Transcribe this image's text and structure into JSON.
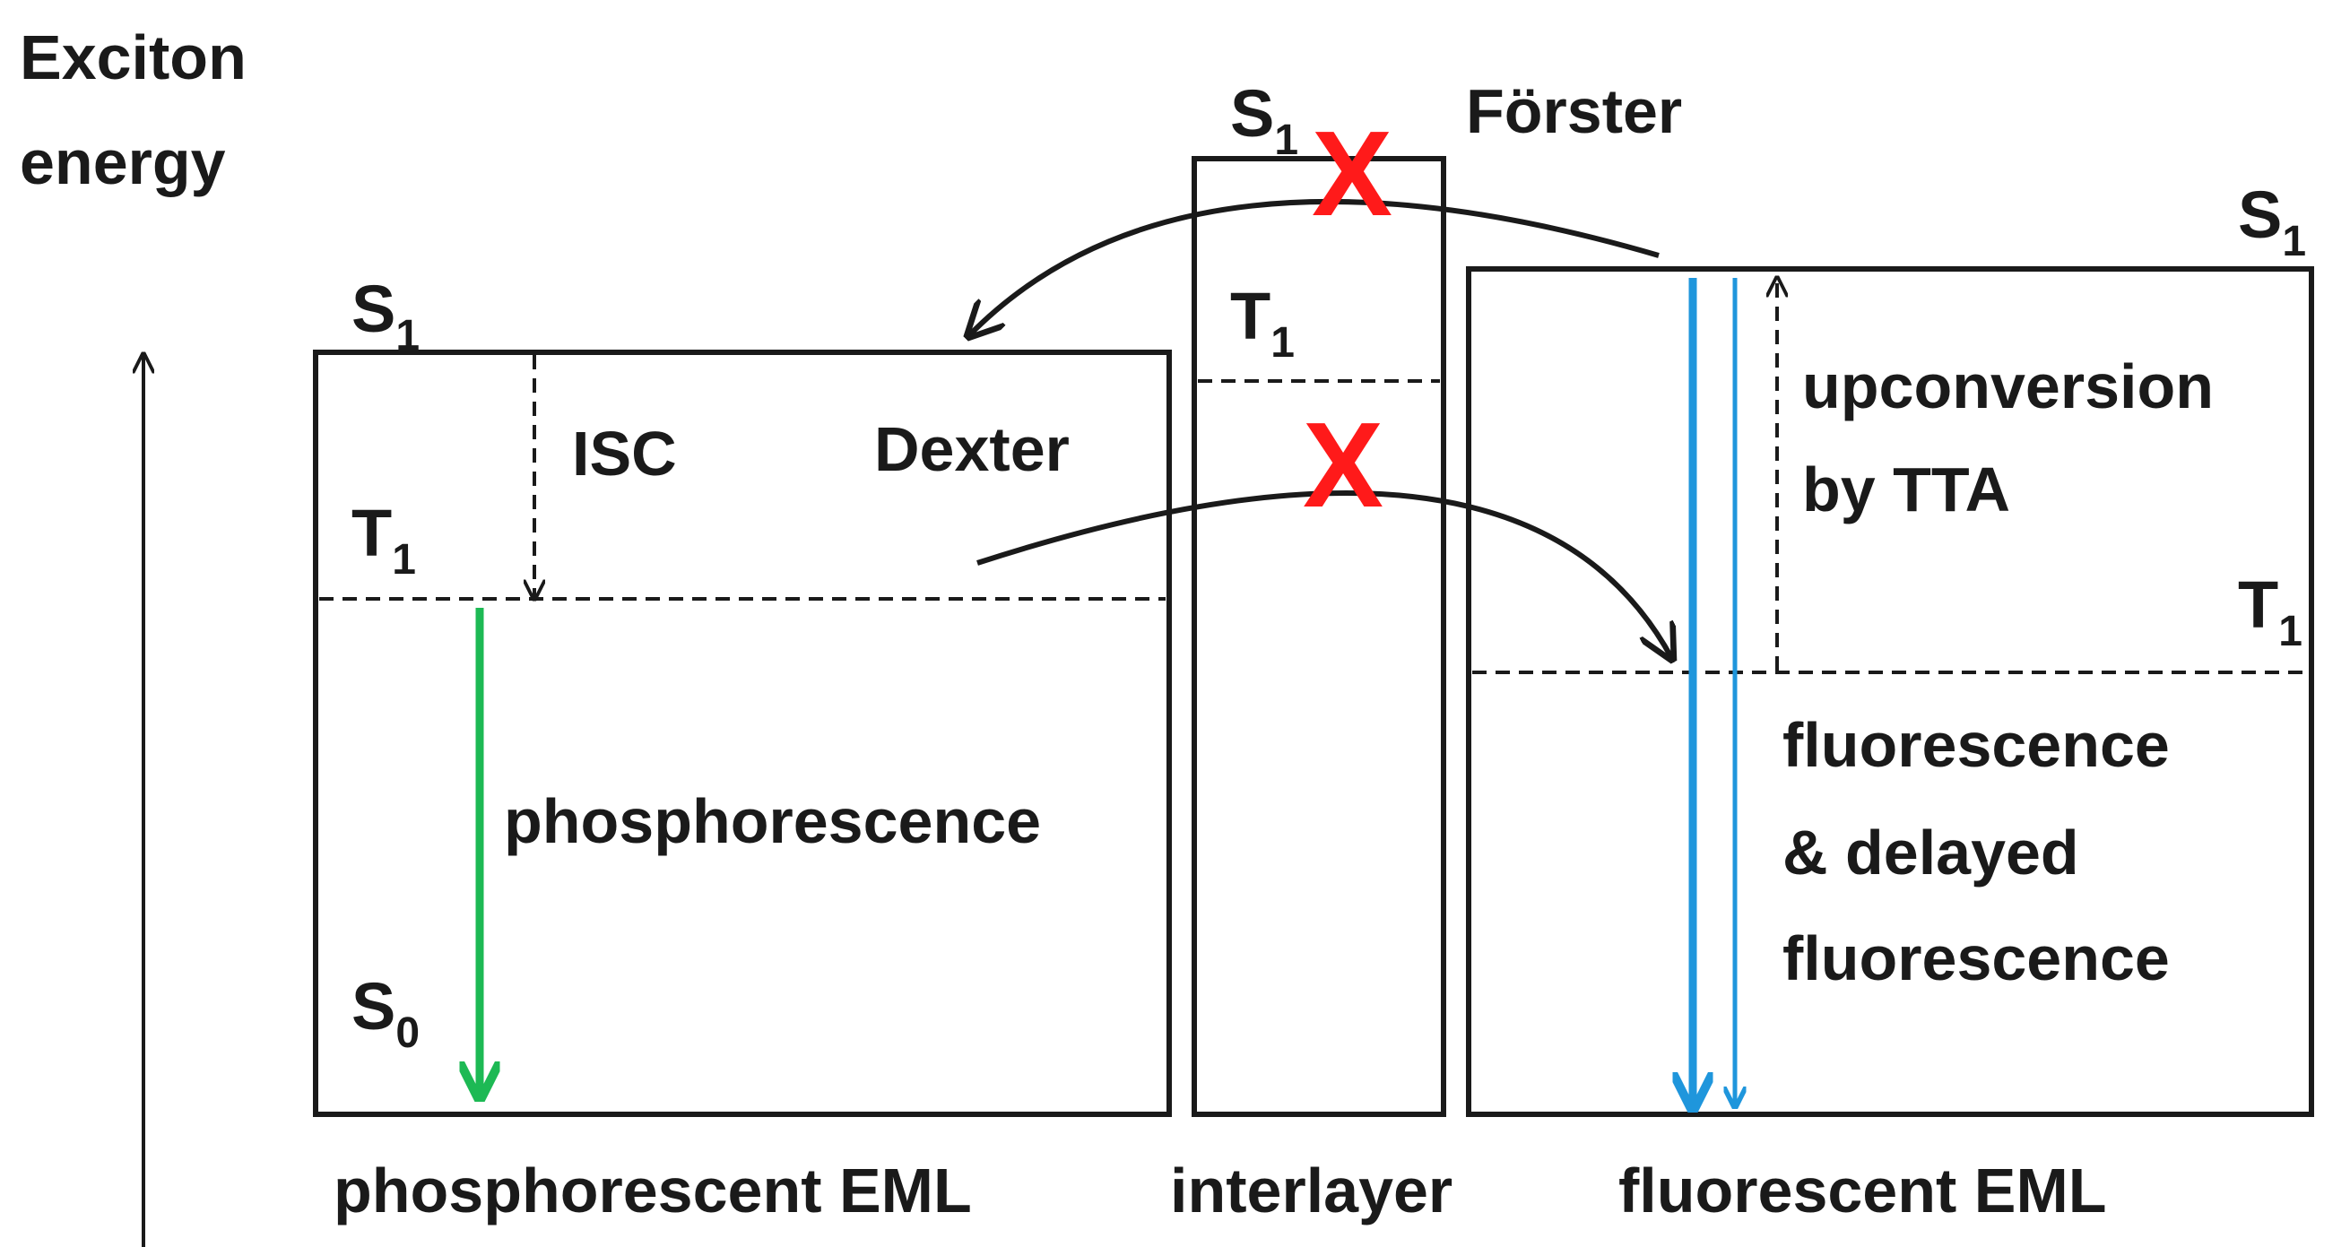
{
  "axis": {
    "label_line1": "Exciton",
    "label_line2": "energy"
  },
  "states": {
    "singlet": "S",
    "triplet": "T",
    "ground": "S",
    "sub_1": "1",
    "sub_0": "0"
  },
  "layers": {
    "phosphorescent": "phosphorescent EML",
    "interlayer": "interlayer",
    "fluorescent": "fluorescent EML"
  },
  "processes": {
    "forster": "Förster",
    "dexter": "Dexter",
    "isc": "ISC",
    "phosphorescence": "phosphorescence",
    "upconversion_line1": "upconversion",
    "upconversion_line2": "by TTA",
    "fluorescence_line1": "fluorescence",
    "fluorescence_line2": "& delayed",
    "fluorescence_line3": "fluorescence"
  },
  "blocked_mark": "X",
  "colors": {
    "phosphorescence": "#1db954",
    "fluorescence": "#1f96dc",
    "blocked": "#ff1a1a",
    "line": "#1a1a1a"
  }
}
